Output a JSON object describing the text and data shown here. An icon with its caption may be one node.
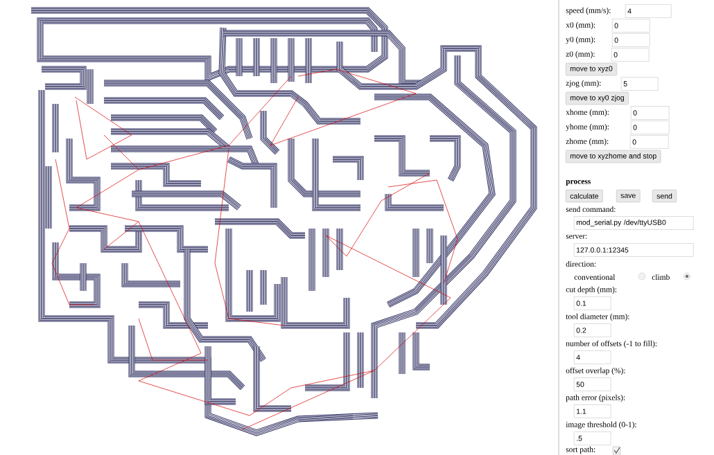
{
  "diagram": {
    "nodes": [
      {
        "text": [
          "4"
        ]
      },
      {
        "text": [
          "0"
        ]
      },
      {
        "text": [
          "0"
        ]
      },
      {
        "text": [
          "0"
        ]
      },
      {
        "text": [
          "move to xyz0"
        ]
      },
      {
        "text": [
          "5"
        ]
      },
      {
        "text": [
          "move to xy0 zjog"
        ]
      },
      {
        "text": [
          "0"
        ]
      },
      {
        "text": [
          "0"
        ]
      },
      {
        "text": [
          "0"
        ]
      },
      {
        "text": [
          "move to xyzhome and stop"
        ]
      },
      {
        "text": [
          "calculate"
        ]
      },
      {
        "text": [
          "save"
        ]
      },
      {
        "text": [
          "send"
        ]
      },
      {
        "text": [
          "mod_serial.py /dev/ttyUSB0"
        ]
      },
      {
        "text": [
          "127.0.0.1:12345"
        ]
      },
      {
        "text": [
          "0.1"
        ]
      },
      {
        "text": [
          "0.2"
        ]
      },
      {
        "text": [
          "4"
        ]
      },
      {
        "text": [
          "50"
        ]
      },
      {
        "text": [
          "1.1"
        ]
      },
      {
        "text": [
          ".5"
        ]
      }
    ],
    "labels": [
      "speed (mm/s):",
      "x0 (mm):",
      "y0 (mm):",
      "z0 (mm):",
      "zjog (mm):",
      "xhome (mm):",
      "yhome (mm):",
      "zhome (mm):",
      "process",
      "send command:",
      "server:",
      "direction:",
      "conventional",
      "climb",
      "cut depth (mm):",
      "tool diameter (mm):",
      "number of offsets (-1 to fill):",
      "offset overlap (%):",
      "path error (pixels):",
      "image threshold (0-1):",
      "sort path:"
    ]
  }
}
